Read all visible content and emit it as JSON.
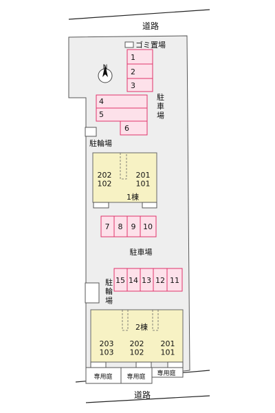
{
  "roads": {
    "top": "道路",
    "bottom": "道路"
  },
  "garbage_label": "ゴミ置場",
  "north_label": "N",
  "parking_top_label": "駐車場",
  "bike_top_label": "駐輪場",
  "bike_mid_label": "駐輪場",
  "parking_center_label": "駐車場",
  "building1": {
    "name": "1棟",
    "rooms_left": "202\n102",
    "rooms_right": "201\n101"
  },
  "building2": {
    "name": "2棟",
    "rooms": [
      "203\n103",
      "202\n102",
      "201\n101"
    ]
  },
  "garden_label": "専用庭",
  "parking_spaces": [
    "1",
    "2",
    "3",
    "4",
    "5",
    "6",
    "7",
    "8",
    "9",
    "10",
    "15",
    "14",
    "13",
    "12",
    "11"
  ],
  "colors": {
    "parking_stroke": "#e0336b",
    "parking_fill": "#fde1ea",
    "building_fill": "#f7f2c4",
    "lot_fill": "#eeeeee"
  }
}
